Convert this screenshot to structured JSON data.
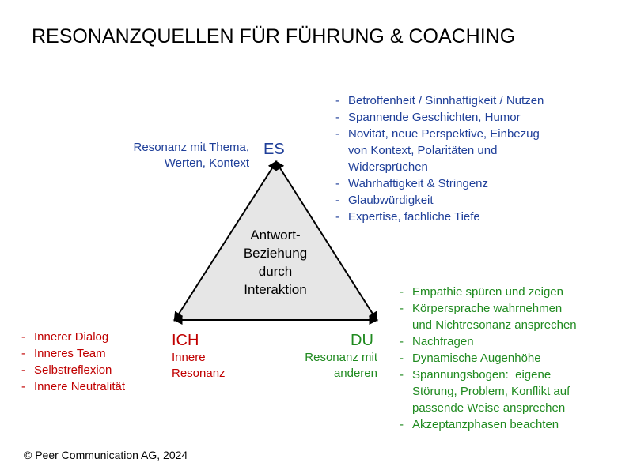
{
  "title": "RESONANZQUELLEN FÜR FÜHRUNG & COACHING",
  "colors": {
    "es": "#1f3f99",
    "ich": "#c00000",
    "du": "#1f8a1f",
    "triangle_fill": "#e6e6e6"
  },
  "triangle": {
    "center_lines": [
      "Antwort-",
      "Beziehung",
      "durch",
      "Interaktion"
    ]
  },
  "es": {
    "label": "ES",
    "desc_lines": [
      "Resonanz mit Thema,",
      "Werten, Kontext"
    ],
    "items": [
      "Betroffenheit / Sinnhaftigkeit / Nutzen",
      "Spannende Geschichten, Humor",
      [
        "Novität, neue Perspektive, Einbezug",
        "von Kontext, Polaritäten und",
        "Widersprüchen"
      ],
      "Wahrhaftigkeit & Stringenz",
      "Glaubwürdigkeit",
      "Expertise, fachliche Tiefe"
    ]
  },
  "ich": {
    "label": "ICH",
    "desc_lines": [
      "Innere",
      "Resonanz"
    ],
    "items": [
      "Innerer Dialog",
      "Inneres Team",
      "Selbstreflexion",
      "Innere Neutralität"
    ]
  },
  "du": {
    "label": "DU",
    "desc_lines": [
      "Resonanz mit",
      "anderen"
    ],
    "items": [
      "Empathie spüren und zeigen",
      [
        "Körpersprache wahrnehmen",
        "und Nichtresonanz ansprechen"
      ],
      "Nachfragen",
      "Dynamische Augenhöhe",
      [
        "Spannungsbogen:  eigene",
        "Störung, Problem, Konflikt auf",
        "passende Weise ansprechen"
      ],
      "Akzeptanzphasen beachten"
    ]
  },
  "footer": "© Peer Communication AG, 2024"
}
